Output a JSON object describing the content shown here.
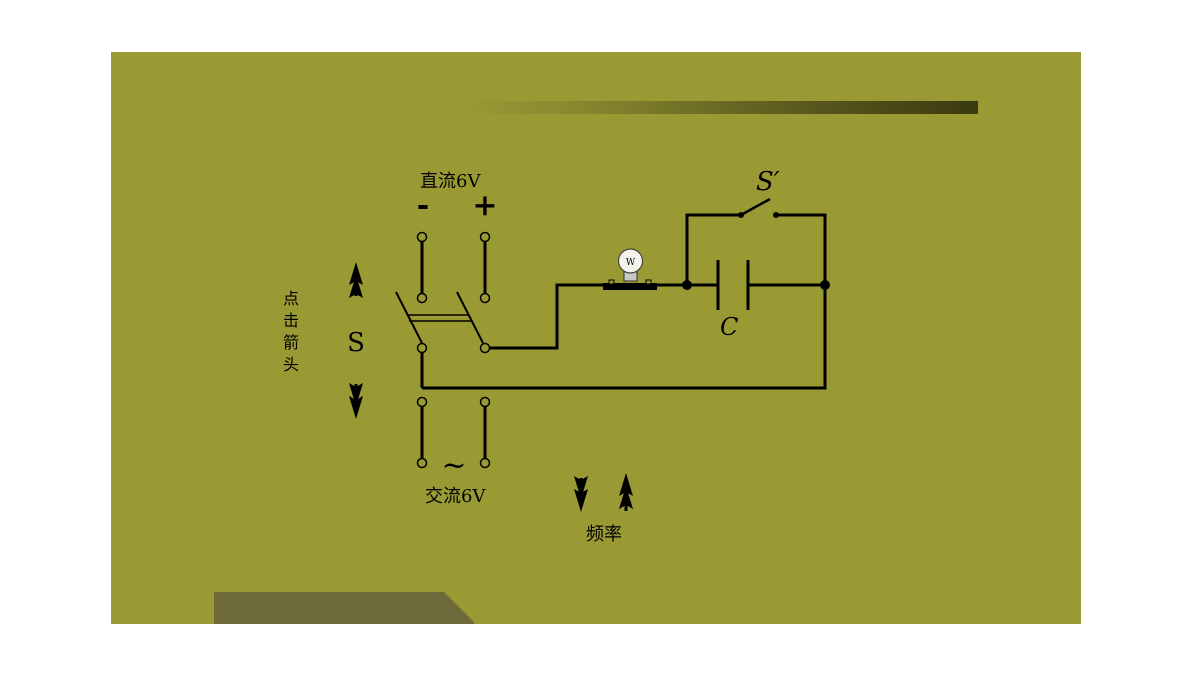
{
  "diagram": {
    "dc_label": "直流6V",
    "dc_minus": "-",
    "dc_plus": "+",
    "ac_label": "交流6V",
    "ac_symbol": "~",
    "switch_label": "S",
    "switch2_label": "S′",
    "capacitor_label": "C",
    "hint_chars": [
      "点",
      "击",
      "箭",
      "头"
    ],
    "frequency_label": "频率",
    "bulb_mark": "W"
  },
  "colors": {
    "slide_background": "#9a9a35",
    "accent_bar": "#3a3a10",
    "bottom_tab": "#6e6a3a",
    "wire": "#000000"
  },
  "icons": [
    "up-arrow-icon",
    "down-arrow-icon",
    "bulb-icon"
  ]
}
